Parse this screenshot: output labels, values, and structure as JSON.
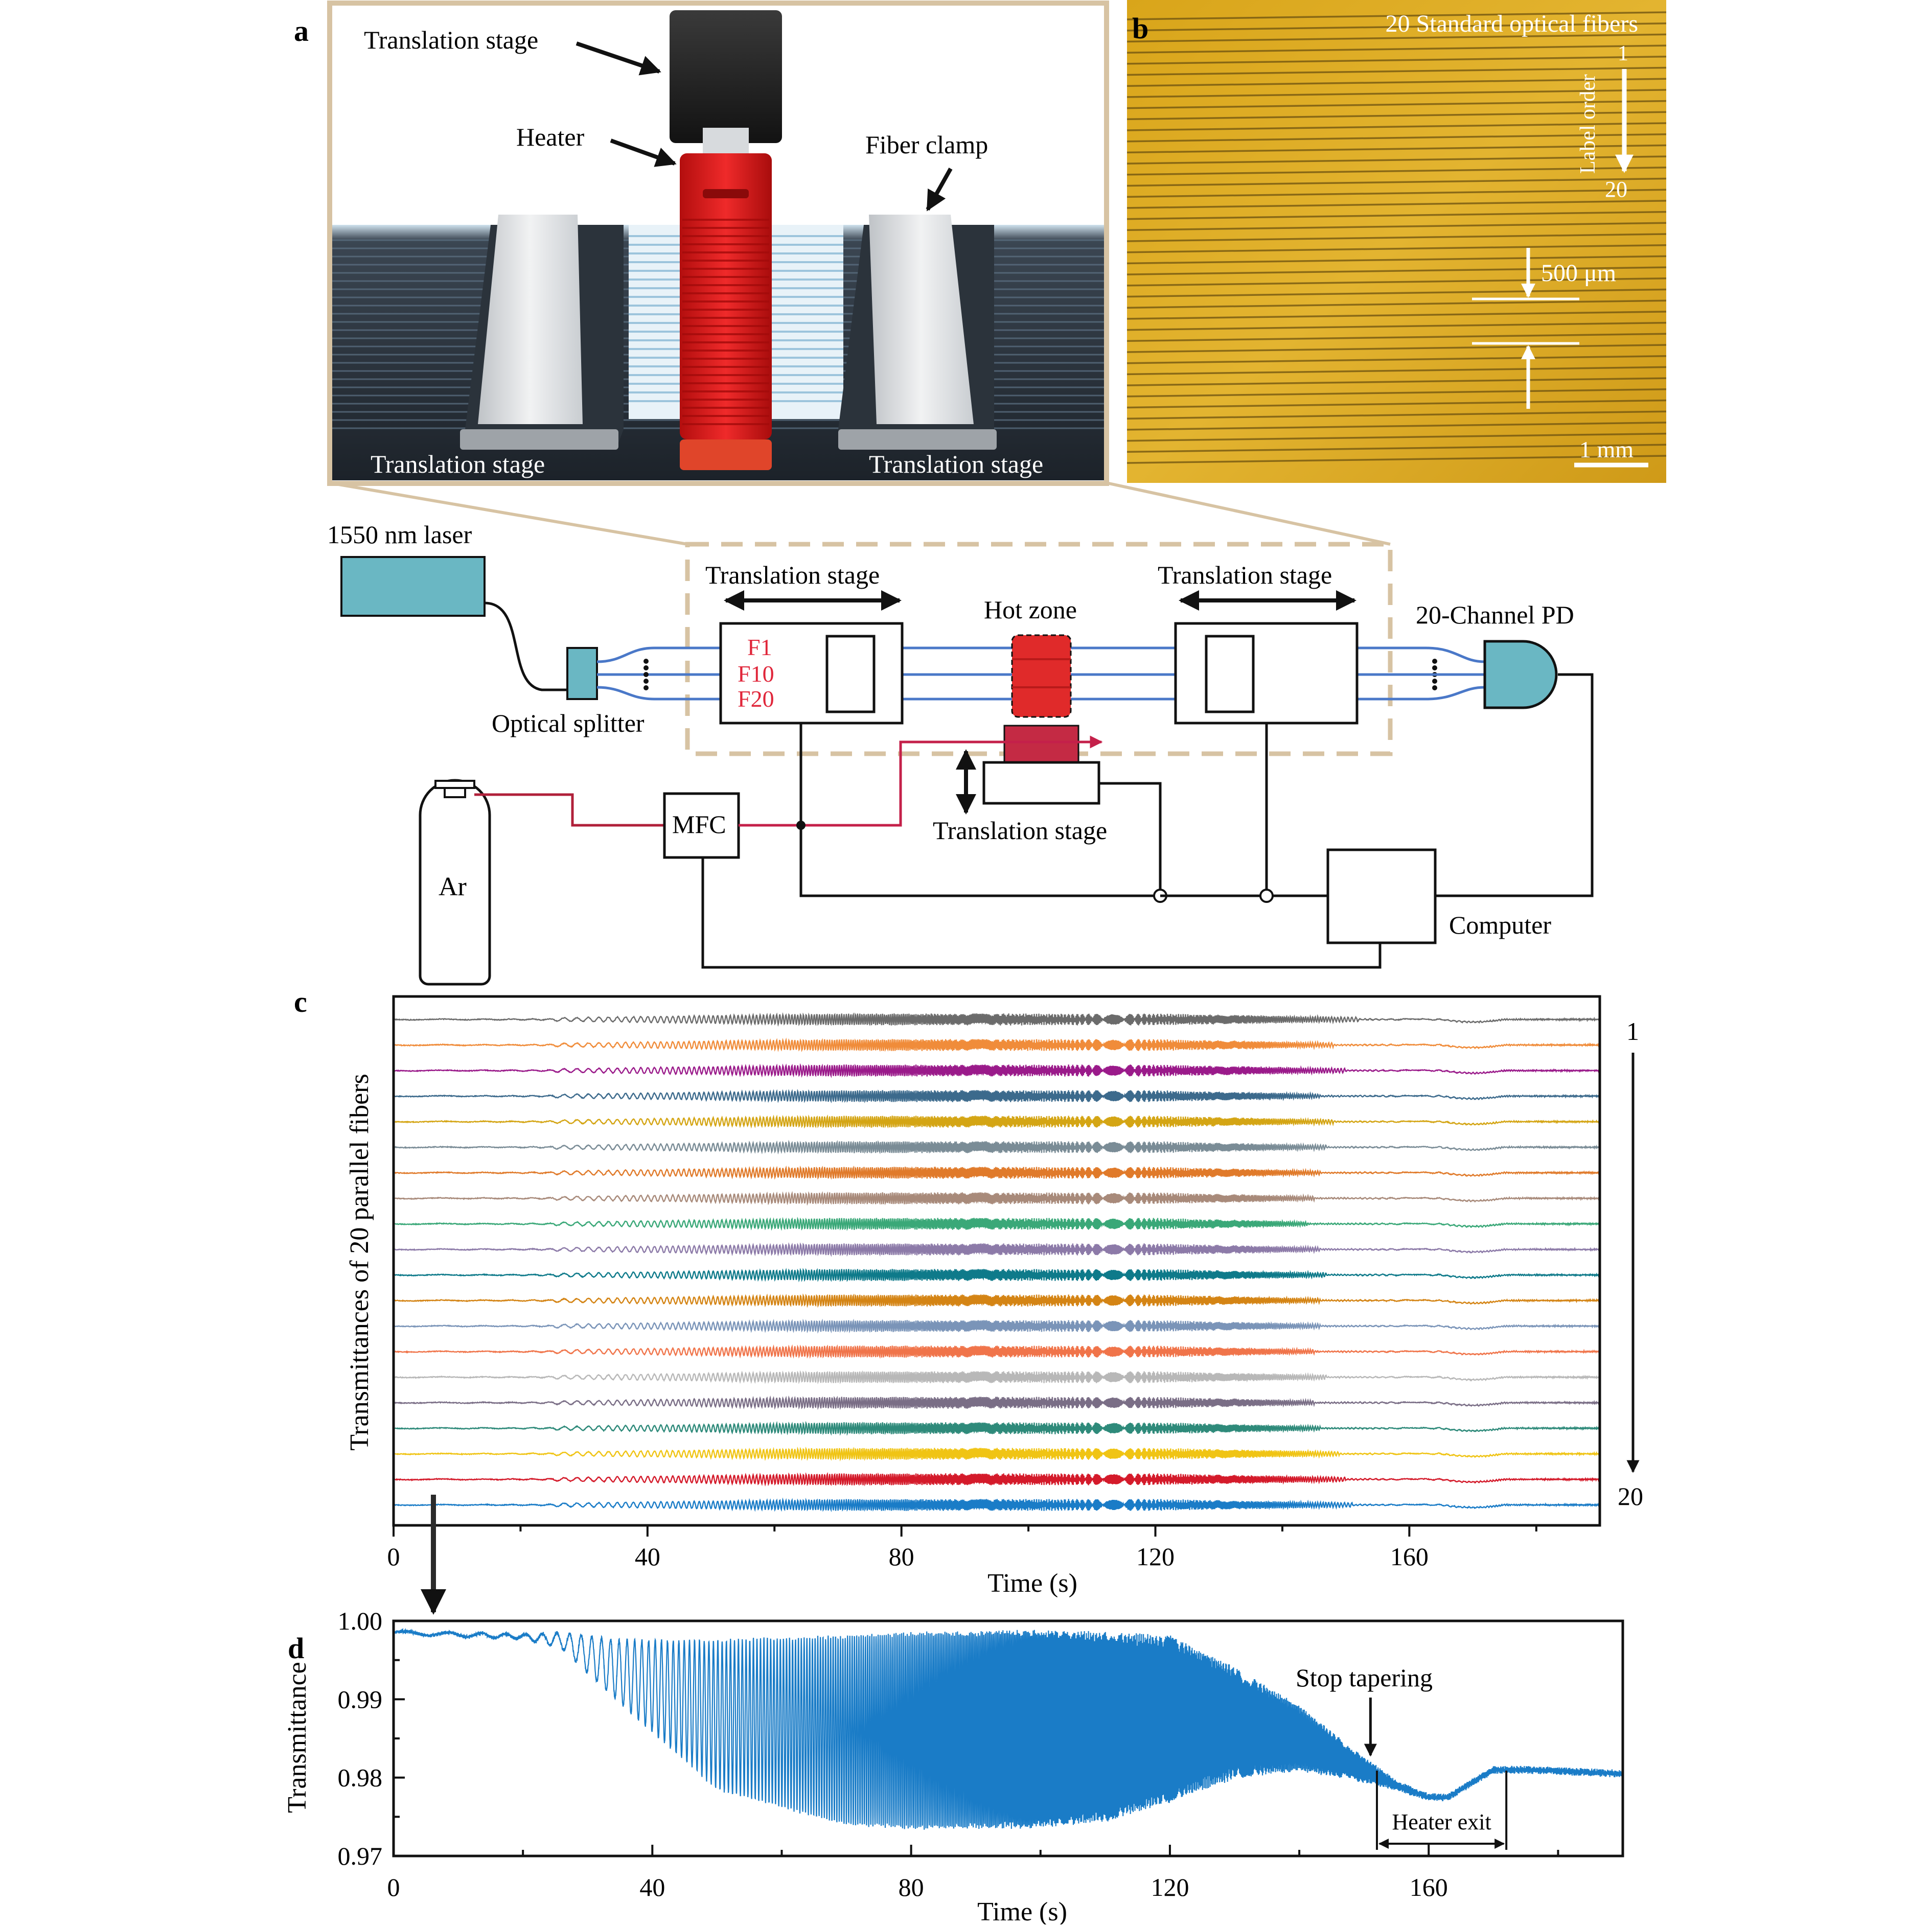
{
  "panels": {
    "a": {
      "letter": "a",
      "label_translation_stage_top": "Translation stage",
      "label_heater": "Heater",
      "label_fiber_clamp": "Fiber clamp",
      "label_stage_left": "Translation stage",
      "label_stage_right": "Translation stage"
    },
    "b": {
      "letter": "b",
      "title": "20 Standard optical fibers",
      "label_order": "Label order",
      "order_start": "1",
      "order_end": "20",
      "spacing": "500 μm",
      "scale_bar": "1 mm",
      "fiber_count": 20
    },
    "setup": {
      "laser": "1550 nm laser",
      "splitter": "Optical splitter",
      "stage_left": "Translation stage",
      "stage_right": "Translation stage",
      "hot_zone": "Hot zone",
      "pd": "20-Channel PD",
      "fibers": [
        "F1",
        "F10",
        "F20"
      ],
      "mfc": "MFC",
      "gas": "Ar",
      "stage_heater": "Translation stage",
      "computer": "Computer"
    },
    "c": {
      "letter": "c",
      "ylabel": "Transmittances of 20 parallel fibers",
      "xlabel": "Time (s)",
      "order_start": "1",
      "order_end": "20"
    },
    "d": {
      "letter": "d",
      "ylabel": "Transmittance",
      "xlabel": "Time (s)",
      "annot_stop": "Stop tapering",
      "annot_exit": "Heater exit"
    }
  },
  "colors": {
    "fiber_blue": "#4a78c8",
    "fiber_red": "#e0263a",
    "gas_line": "#b0203a",
    "laser_box": "#6ab7c3",
    "hot_zone": "#e02a2a",
    "dash_frame": "#d7c3a3",
    "panel_b_bg": "#d8a81e",
    "trace_d": "#1a7cc7"
  },
  "chart_data": [
    {
      "type": "line",
      "panel": "c",
      "xlabel": "Time (s)",
      "ylabel": "Transmittances of 20 parallel fibers",
      "xlim": [
        0,
        190
      ],
      "xticks": [
        0,
        40,
        80,
        120,
        160
      ],
      "series": [
        {
          "color": "#6b6b6b",
          "stop": 152
        },
        {
          "color": "#f08c3a",
          "stop": 148
        },
        {
          "color": "#9a1a8a",
          "stop": 150
        },
        {
          "color": "#3c6a8c",
          "stop": 146
        },
        {
          "color": "#d4a514",
          "stop": 148
        },
        {
          "color": "#7a8c96",
          "stop": 147
        },
        {
          "color": "#e07a2a",
          "stop": 146
        },
        {
          "color": "#a88a7a",
          "stop": 145
        },
        {
          "color": "#3aa878",
          "stop": 144
        },
        {
          "color": "#8c7aa8",
          "stop": 146
        },
        {
          "color": "#0e7a8a",
          "stop": 147
        },
        {
          "color": "#d48414",
          "stop": 146
        },
        {
          "color": "#7a94b8",
          "stop": 146
        },
        {
          "color": "#f0744a",
          "stop": 145
        },
        {
          "color": "#b8b8b8",
          "stop": 147
        },
        {
          "color": "#7a6e86",
          "stop": 145
        },
        {
          "color": "#2e8a7a",
          "stop": 146
        },
        {
          "color": "#f0c414",
          "stop": 149
        },
        {
          "color": "#d41a2a",
          "stop": 150
        },
        {
          "color": "#1a7cc7",
          "stop": 151
        }
      ]
    },
    {
      "type": "line",
      "panel": "d",
      "xlabel": "Time (s)",
      "ylabel": "Transmittance",
      "xlim": [
        0,
        190
      ],
      "ylim": [
        0.97,
        1.0
      ],
      "xticks": [
        0,
        40,
        80,
        120,
        160
      ],
      "yticks": [
        0.97,
        0.98,
        0.99,
        1.0
      ],
      "ytick_labels": [
        "0.97",
        "0.98",
        "0.99",
        "1.00"
      ],
      "envelope": {
        "t": [
          0,
          20,
          26,
          35,
          50,
          70,
          80,
          100,
          110,
          120,
          130,
          140,
          150,
          155,
          160,
          163,
          170,
          175,
          190
        ],
        "mid": [
          0.9985,
          0.998,
          0.9975,
          0.9935,
          0.988,
          0.986,
          0.986,
          0.9862,
          0.9865,
          0.9875,
          0.987,
          0.985,
          0.981,
          0.979,
          0.9775,
          0.9775,
          0.981,
          0.981,
          0.9805
        ],
        "amp": [
          0.0002,
          0.0003,
          0.001,
          0.004,
          0.0095,
          0.012,
          0.0125,
          0.0125,
          0.012,
          0.0105,
          0.007,
          0.004,
          0.0015,
          0.0005,
          0.0003,
          0.0003,
          0.0003,
          0.0003,
          0.0003
        ]
      },
      "annotations": [
        {
          "text": "Stop tapering",
          "x": 151
        },
        {
          "text": "Heater exit",
          "x_start": 152,
          "x_end": 172
        }
      ]
    }
  ]
}
